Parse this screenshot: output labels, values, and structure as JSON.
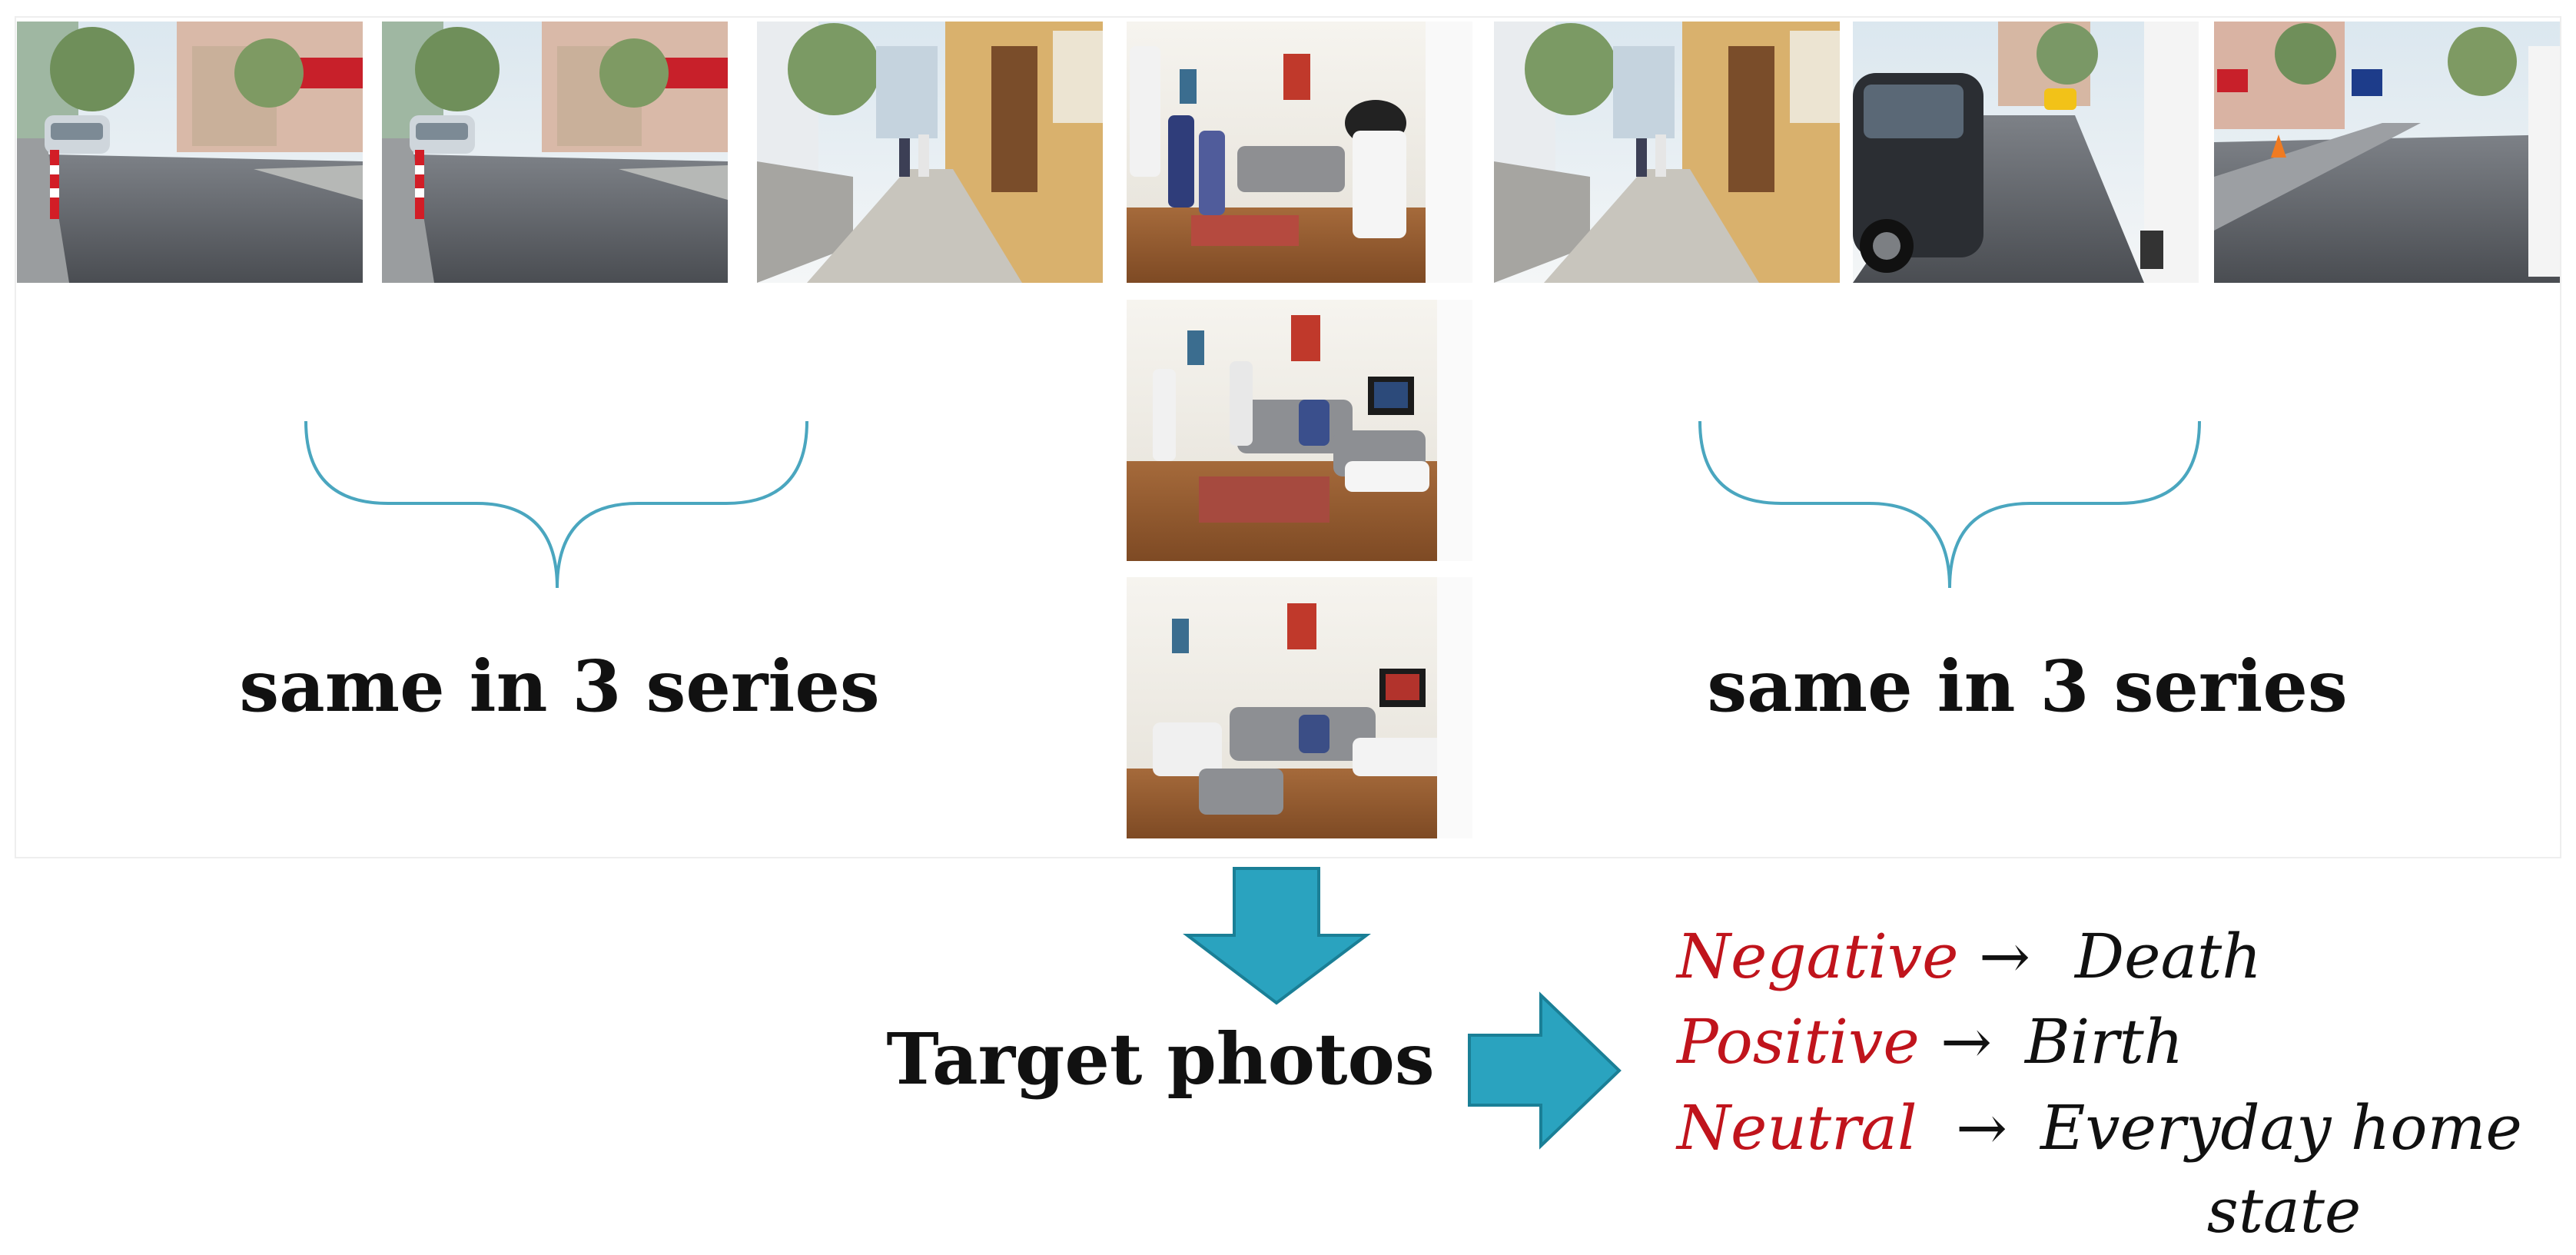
{
  "labels": {
    "left_group": "same in 3 series",
    "right_group": "same in 3 series",
    "target": "Target photos"
  },
  "outcomes": [
    {
      "category": "Negative",
      "arrow": "→",
      "result": "Death"
    },
    {
      "category": "Positive",
      "arrow": "→",
      "result": "Birth"
    },
    {
      "category": "Neutral",
      "arrow": "→",
      "result": "Everyday home"
    }
  ],
  "outcome_continuation": "state",
  "photos": [
    {
      "scene": "street-road"
    },
    {
      "scene": "street-road"
    },
    {
      "scene": "sidewalk"
    },
    {
      "scene": "living-room-party"
    },
    {
      "scene": "sidewalk"
    },
    {
      "scene": "street-traffic"
    },
    {
      "scene": "street-wide"
    },
    {
      "scene": "living-room-gathering"
    },
    {
      "scene": "living-room-gathering"
    }
  ],
  "colors": {
    "brace": "#4aa6bf",
    "arrow_fill": "#2aa3bf",
    "arrow_stroke": "#1a7f96",
    "category_text": "#c0141c",
    "body_text": "#111111"
  }
}
